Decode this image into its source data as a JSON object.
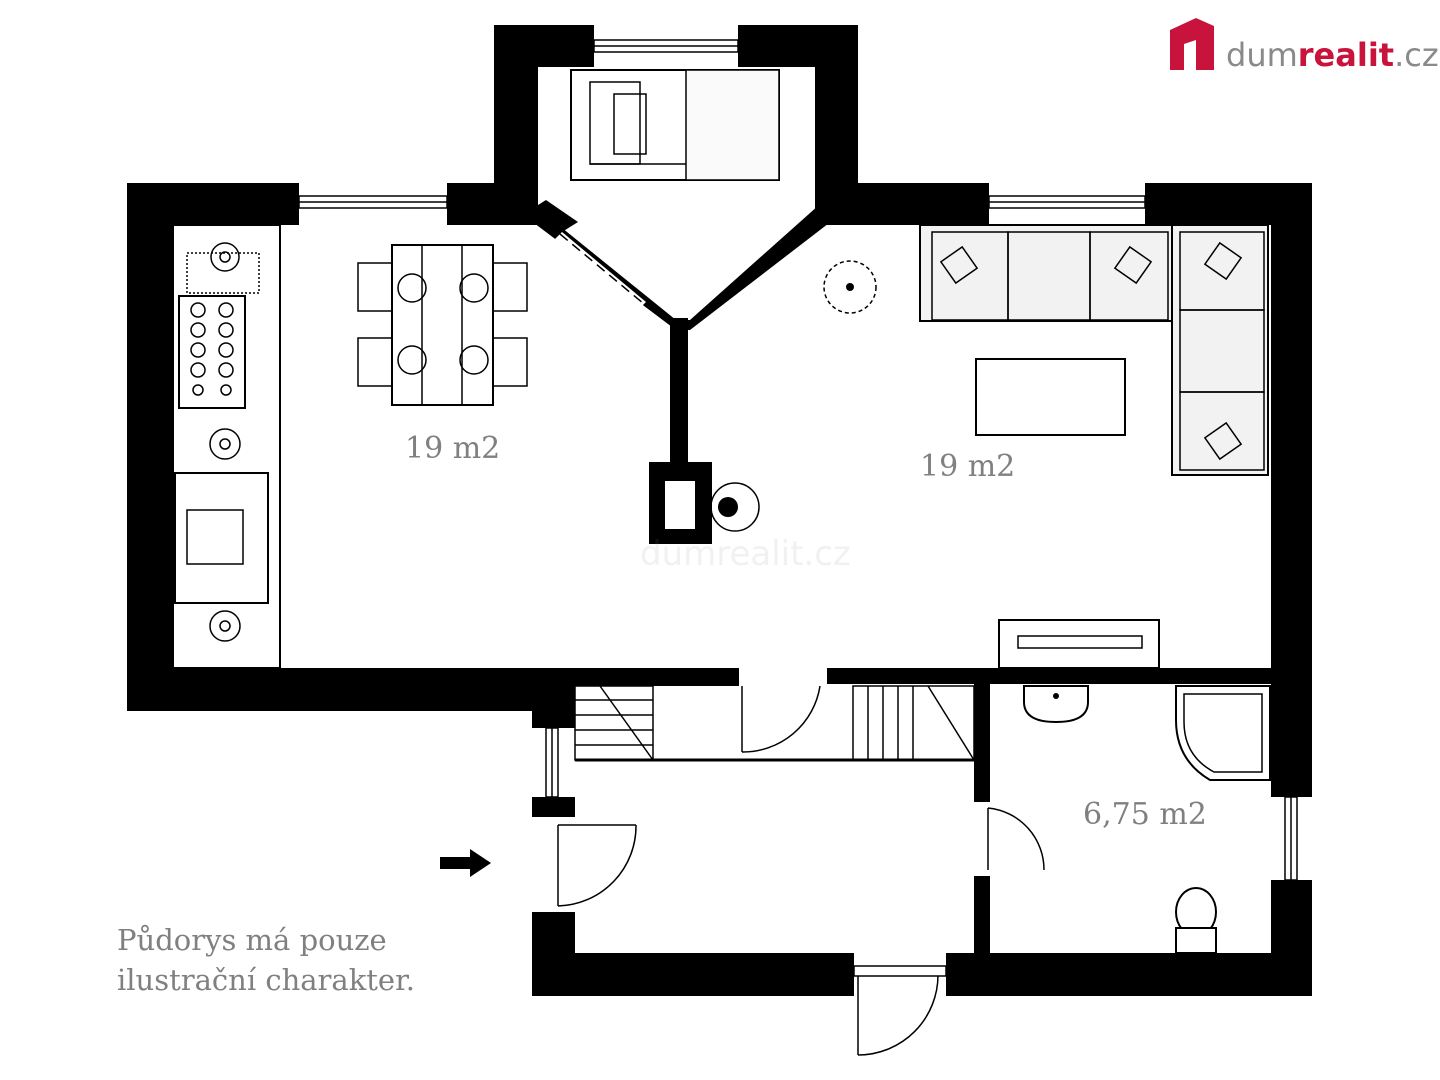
{
  "brand": {
    "name_part1": "dum",
    "name_part2": "realit",
    "name_part3": ".cz",
    "colors": {
      "logo_red": "#c8143c",
      "logo_grey": "#8a8a8a"
    }
  },
  "watermark": "dumrealit.cz",
  "rooms": [
    {
      "id": "kitchen-dining",
      "area": "19 m2"
    },
    {
      "id": "living-room",
      "area": "19 m2"
    },
    {
      "id": "bathroom",
      "area": "6,75 m2"
    }
  ],
  "disclaimer": {
    "line1": "Půdorys má pouze",
    "line2": "ilustrační charakter."
  },
  "entrance_arrow_icon": "arrow-right-icon",
  "colors": {
    "wall": "#000000",
    "text": "#808080",
    "background": "#ffffff"
  }
}
